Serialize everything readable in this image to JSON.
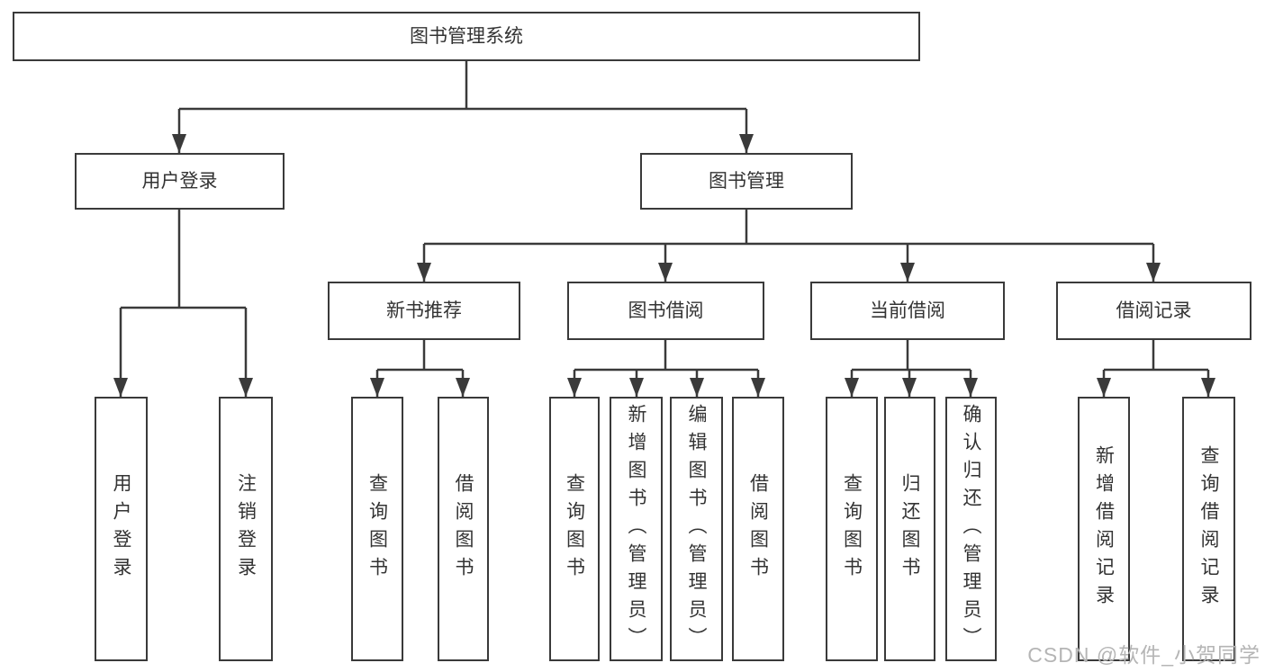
{
  "diagram": {
    "watermark": "CSDN @软件_小贺同学",
    "colors": {
      "line": "#3a3a3a",
      "box_border": "#3a3a3a",
      "box_background": "#ffffff",
      "text": "#333333",
      "watermark": "#b5b5b5",
      "background": "#ffffff"
    },
    "tree": {
      "label": "图书管理系统",
      "children": [
        {
          "label": "用户登录",
          "children": [
            {
              "label": "用户登录"
            },
            {
              "label": "注销登录"
            }
          ]
        },
        {
          "label": "图书管理",
          "children": [
            {
              "label": "新书推荐",
              "children": [
                {
                  "label": "查询图书"
                },
                {
                  "label": "借阅图书"
                }
              ]
            },
            {
              "label": "图书借阅",
              "children": [
                {
                  "label": "查询图书"
                },
                {
                  "label": "新增图书（管理员）"
                },
                {
                  "label": "编辑图书（管理员）"
                },
                {
                  "label": "借阅图书"
                }
              ]
            },
            {
              "label": "当前借阅",
              "children": [
                {
                  "label": "查询图书"
                },
                {
                  "label": "归还图书"
                },
                {
                  "label": "确认归还（管理员）"
                }
              ]
            },
            {
              "label": "借阅记录",
              "children": [
                {
                  "label": "新增借阅记录"
                },
                {
                  "label": "查询借阅记录"
                }
              ]
            }
          ]
        }
      ]
    }
  }
}
